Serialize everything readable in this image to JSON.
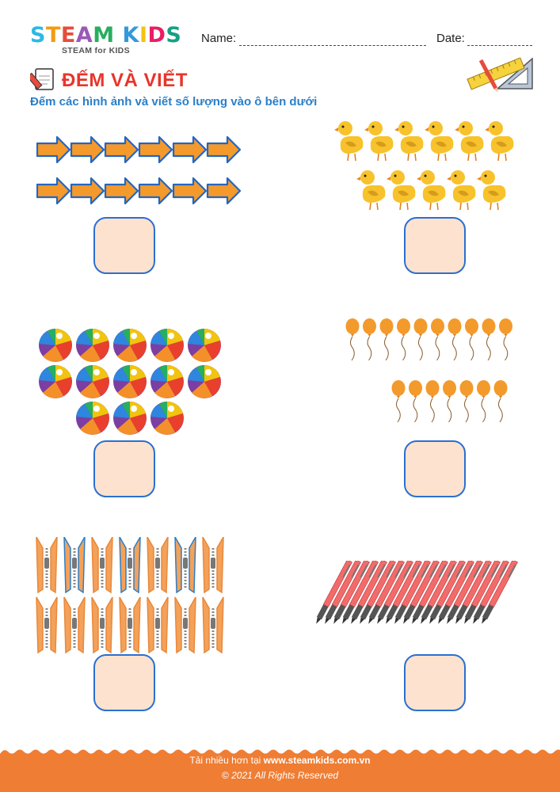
{
  "brand": {
    "logo_letters": [
      "S",
      "T",
      "E",
      "A",
      "M",
      " ",
      "K",
      "I",
      "D",
      "S"
    ],
    "tagline": "STEAM for KIDS"
  },
  "header": {
    "name_label": "Name:",
    "date_label": "Date:"
  },
  "worksheet": {
    "title": "ĐẾM VÀ VIẾT",
    "instruction": "Đếm các hình ảnh và viết số lượng vào ô bên dưới",
    "exercises": [
      {
        "item": "arrow",
        "rows": [
          6,
          6
        ]
      },
      {
        "item": "duckling",
        "rows": [
          6,
          5
        ]
      },
      {
        "item": "beach-ball",
        "rows": [
          5,
          5,
          3
        ]
      },
      {
        "item": "balloon",
        "rows": [
          10,
          7
        ]
      },
      {
        "item": "zipper",
        "rows": [
          7,
          7
        ]
      },
      {
        "item": "pen",
        "rows": [
          20
        ]
      }
    ]
  },
  "footer": {
    "more_prefix": "Tải nhiều hơn tại ",
    "site": "www.steamkids.com.vn",
    "copyright": "©  2021 All Rights Reserved"
  },
  "colors": {
    "title_red": "#e8352b",
    "instruction_blue": "#2a7fc8",
    "box_fill": "#fde3cf",
    "box_border": "#2b6fd1",
    "footer_orange": "#ef7d33"
  },
  "icons": [
    "pencil-paper-icon",
    "ruler-set-square-icon"
  ]
}
